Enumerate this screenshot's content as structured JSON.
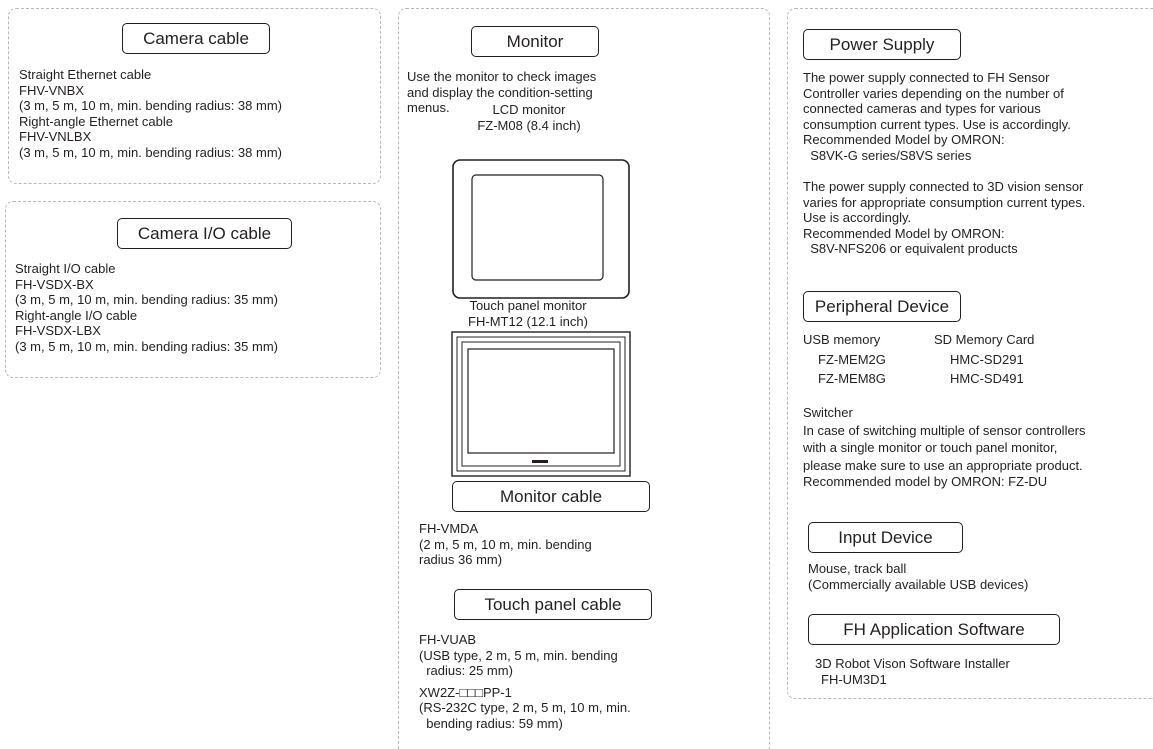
{
  "camera_cable": {
    "title": "Camera cable",
    "lines": [
      "Straight Ethernet cable",
      "FHV-VNBX",
      "(3 m, 5 m, 10 m, min. bending radius: 38 mm)",
      "Right-angle Ethernet cable",
      "FHV-VNLBX",
      "(3 m, 5 m, 10 m, min. bending radius: 38 mm)"
    ]
  },
  "camera_io_cable": {
    "title": "Camera I/O cable",
    "lines": [
      "Straight I/O cable",
      "FH-VSDX-BX",
      "(3 m, 5 m, 10 m, min. bending radius: 35 mm)",
      "Right-angle I/O cable",
      "FH-VSDX-LBX",
      "(3 m, 5 m, 10 m, min. bending radius: 35 mm)"
    ]
  },
  "monitor": {
    "title": "Monitor",
    "description": [
      "Use the monitor to check images",
      "and display the condition-setting",
      "menus."
    ],
    "lcd": {
      "name": "LCD monitor",
      "model": "FZ-M08 (8.4 inch)"
    },
    "touch": {
      "name": "Touch panel monitor",
      "model": "FH-MT12 (12.1 inch)"
    }
  },
  "monitor_cable": {
    "title": "Monitor cable",
    "lines": [
      "FH-VMDA",
      "(2 m, 5 m, 10 m, min. bending",
      "radius 36 mm)"
    ]
  },
  "touch_panel_cable": {
    "title": "Touch panel cable",
    "lines1": [
      "FH-VUAB",
      "(USB type, 2 m, 5 m, min. bending",
      "  radius: 25 mm)"
    ],
    "lines2": [
      "XW2Z-□□□PP-1",
      "(RS-232C type, 2 m, 5 m, 10 m, min.",
      "  bending radius: 59 mm)"
    ]
  },
  "power_supply": {
    "title": "Power Supply",
    "para1": [
      "The power supply connected to FH Sensor",
      "Controller varies depending on the number of",
      "connected cameras and types for various",
      "consumption current types. Use is accordingly.",
      "Recommended Model by OMRON:",
      "  S8VK-G series/S8VS series"
    ],
    "para2": [
      "The power supply connected to 3D vision sensor",
      "varies for appropriate consumption current types.",
      "Use is accordingly.",
      "Recommended Model by OMRON:",
      "  S8V-NFS206 or equivalent products"
    ]
  },
  "peripheral_device": {
    "title": "Peripheral Device",
    "usb_header": "USB memory",
    "usb_items": [
      "FZ-MEM2G",
      "FZ-MEM8G"
    ],
    "sd_header": "SD Memory Card",
    "sd_items": [
      "HMC-SD291",
      "HMC-SD491"
    ],
    "switcher": [
      "Switcher",
      "In case of switching multiple of sensor controllers",
      "with a single monitor or touch panel monitor,",
      "please make sure to use an appropriate product.",
      "Recommended model by OMRON: FZ-DU"
    ]
  },
  "input_device": {
    "title": "Input Device",
    "lines": [
      "Mouse, track ball",
      "(Commercially available USB devices)"
    ]
  },
  "fh_software": {
    "title": "FH Application Software",
    "lines": [
      "3D Robot Vison Software Installer",
      "FH-UM3D1"
    ]
  }
}
